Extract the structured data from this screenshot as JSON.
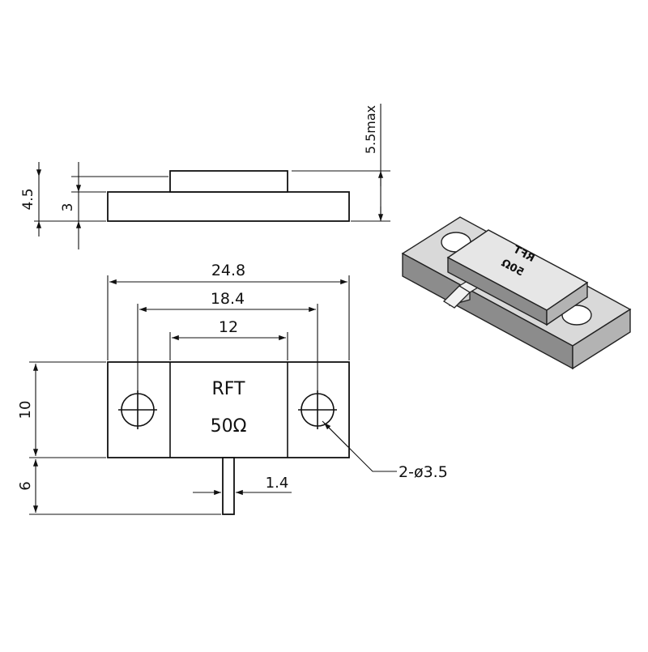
{
  "body": {
    "marking_line1": "RFT",
    "marking_line2": "50Ω"
  },
  "iso_marking": {
    "line1": "RFT",
    "line2": "50Ω"
  },
  "dimensions": {
    "overall_length": "24.8",
    "hole_spacing": "18.4",
    "body_length": "12",
    "width": "10",
    "lead_length": "6",
    "lead_width": "1.4",
    "holes": "2-ø3.5",
    "total_height": "5.5max",
    "flange_height_total": "4.5",
    "flange_thickness": "3"
  }
}
